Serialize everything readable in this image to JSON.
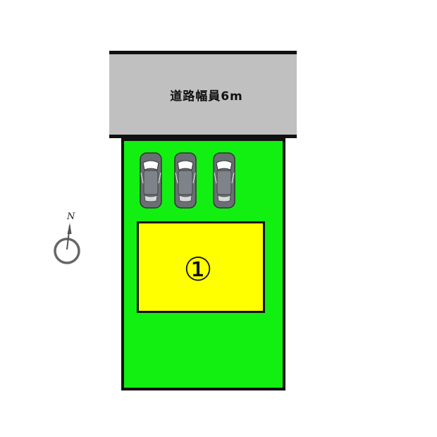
{
  "road": {
    "label": "道路幅員6m",
    "color": "#c0c0c0"
  },
  "lot": {
    "color": "#12f012"
  },
  "building": {
    "number": "①",
    "color": "#ffff00"
  },
  "parking": {
    "cars": [
      {
        "icon": "car-top-view-icon"
      },
      {
        "icon": "car-top-view-icon"
      },
      {
        "icon": "car-top-view-icon"
      }
    ]
  },
  "compass": {
    "letter": "N",
    "icon": "north-compass-icon"
  }
}
